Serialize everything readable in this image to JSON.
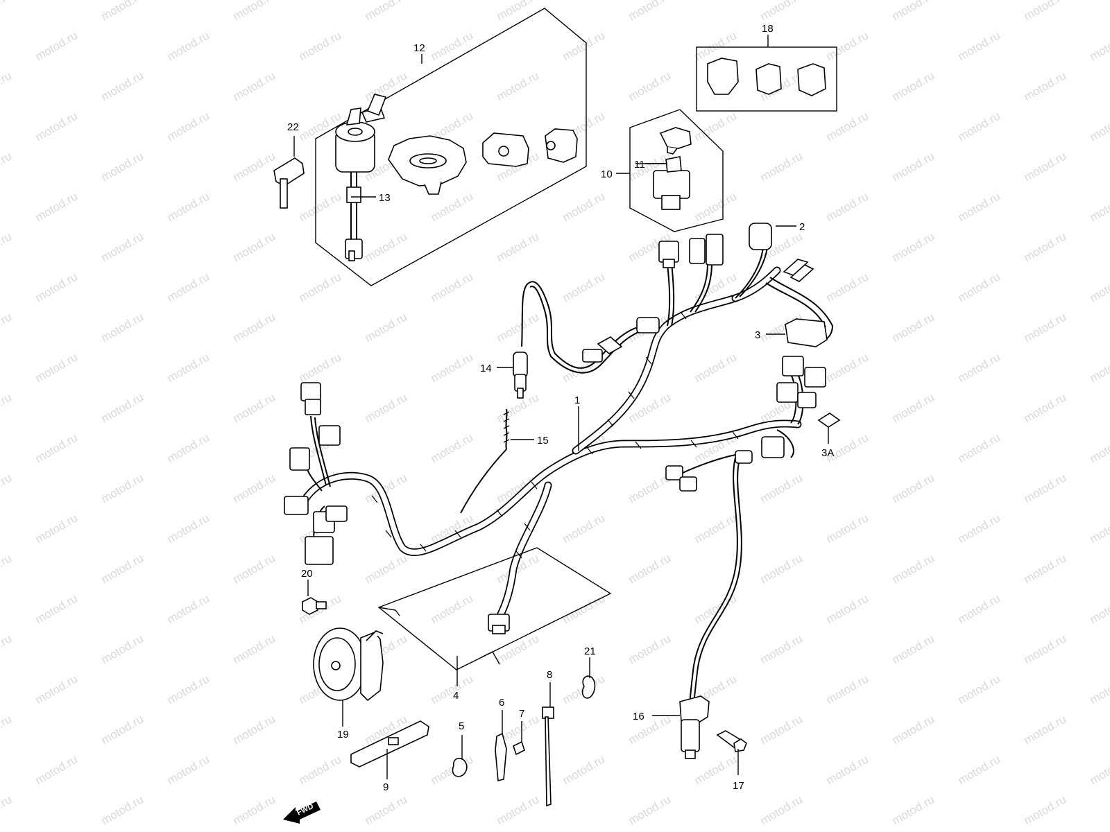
{
  "watermark": {
    "text": "motod.ru"
  },
  "callouts": {
    "p1": "1",
    "p2": "2",
    "p3": "3",
    "p3a": "3A",
    "p4": "4",
    "p5": "5",
    "p6": "6",
    "p7": "7",
    "p8": "8",
    "p9": "9",
    "p10": "10",
    "p11": "11",
    "p12": "12",
    "p13": "13",
    "p14": "14",
    "p15": "15",
    "p16": "16",
    "p17": "17",
    "p18": "18",
    "p19": "19",
    "p20": "20",
    "p21": "21",
    "p22": "22"
  },
  "direction_arrow": {
    "label": "FWD"
  }
}
